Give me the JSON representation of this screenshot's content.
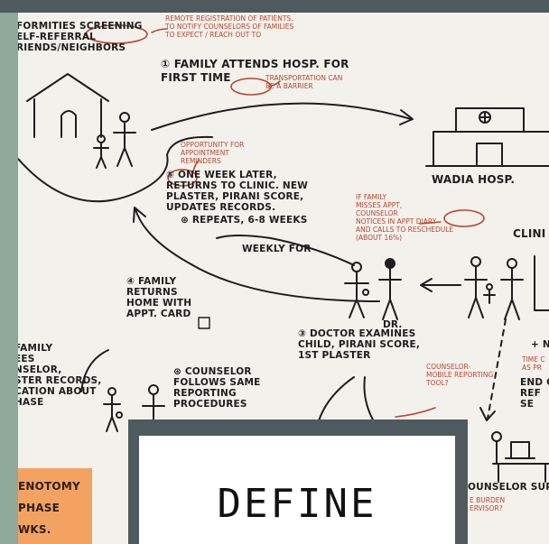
{
  "notes": {
    "top_left": "FORMITIES SCREENING\nELF-REFERRAL\nRIENDS/NEIGHBORS",
    "step1": "① FAMILY ATTENDS HOSP. FOR\nFIRST TIME",
    "red_remote": "REMOTE REGISTRATION OF PATIENTS,\nTO NOTIFY COUNSELORS OF FAMILIES\nTO EXPECT / REACH OUT TO",
    "red_transport": "TRANSPORTATION CAN\nBE A BARRIER",
    "hospital": "WADIA HOSP.",
    "red_opportunity": "OPPORTUNITY FOR\nAPPOINTMENT\nREMINDERS",
    "step5": "⑤ ONE WEEK LATER,\nRETURNS TO CLINIC. NEW\nPLASTER, PIRANI SCORE,\nUPDATES RECORDS.",
    "repeats": "⊛ REPEATS, 6-8 WEEKS",
    "weekly": "WEEKLY FOR",
    "red_missed": "IF FAMILY\nMISSES APPT,\nCOUNSELOR\nNOTICES IN APPT DIARY\nAND CALLS TO RESCHEDULE\n(ABOUT 16%)",
    "clinic": "CLINI",
    "step4": "④ FAMILY\nRETURNS\nHOME WITH\nAPPT. CARD",
    "dr": "DR.",
    "step3": "③ DOCTOR EXAMINES\nCHILD, PIRANI SCORE,\n1ST PLASTER",
    "left_family": "FAMILY\nEES\nNSELOR,\nSTER RECORDS,\nCATION ABOUT\nHASE",
    "counselor": "⊛ COUNSELOR\nFOLLOWS SAME\nREPORTING\nPROCEDURES",
    "red_mobile": "COUNSELOR-\nMOBILE REPORTING\nTOOL?",
    "red_time": "TIME C\nAS PR",
    "end_of": "END OF\nREF\nSE",
    "plus_n": "+ N",
    "counselor_sup": "OUNSELOR SUP",
    "red_burden": "E BURDEN\nERVISOR?",
    "sticky_note": "ENOTOMY\nPHASE\nWKS."
  },
  "card": {
    "label": "DEFINE"
  }
}
